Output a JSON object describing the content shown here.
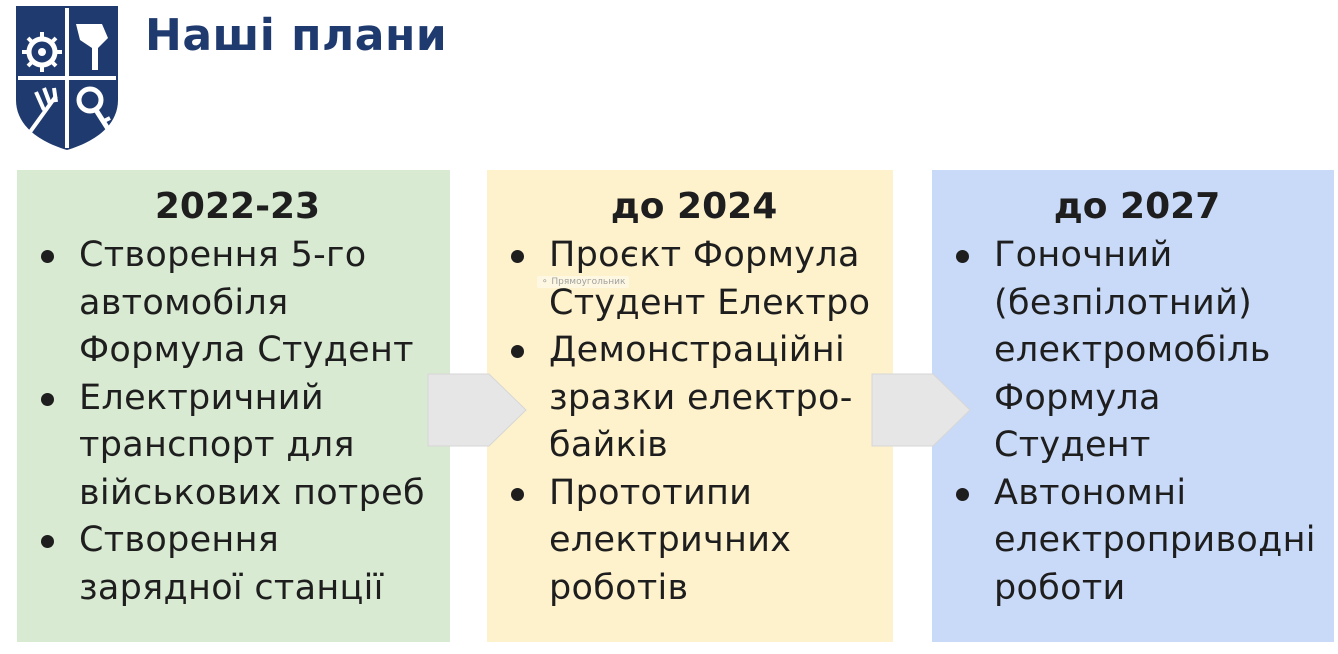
{
  "header": {
    "title": "Наші плани"
  },
  "columns": [
    {
      "heading": "2022-23",
      "bg": "#d9ead3",
      "items": [
        "Створення 5-го автомобіля Формула Студент",
        "Електричний транспорт для військових потреб",
        "Створення зарядної станції"
      ]
    },
    {
      "heading": "до 2024",
      "bg": "#fef2cd",
      "items": [
        "Проєкт Формула Студент Електро",
        "Демонстраційні зразки електро-байків",
        "Прототипи електричних роботів"
      ]
    },
    {
      "heading": "до 2027",
      "bg": "#c9daf8",
      "items": [
        "Гоночний (безпілотний) електромобіль Формула Студент",
        "Автономні електроприводні роботи"
      ]
    }
  ],
  "overlay": {
    "shape_tooltip": "Прямоугольник"
  },
  "colors": {
    "title": "#1f3a6e",
    "logo": "#1f3a6e",
    "arrow_fill": "#e6e6e6",
    "arrow_stroke": "#d6d6d6"
  },
  "icons": {
    "logo": "university-crest-icon",
    "arrows": "chevron-right-arrow-icon"
  }
}
